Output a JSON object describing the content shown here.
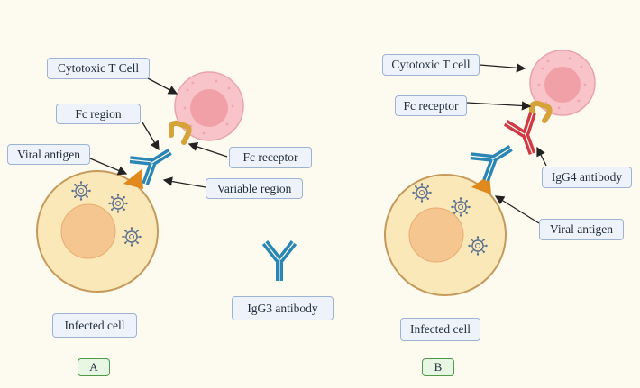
{
  "panel_a": {
    "tag": "A",
    "labels": {
      "cytotoxic_t_cell": "Cytotoxic T Cell",
      "fc_region": "Fc region",
      "viral_antigen": "Viral antigen",
      "fc_receptor": "Fc receptor",
      "variable_region": "Variable region",
      "infected_cell": "Infected cell",
      "igg3_antibody": "IgG3 antibody"
    }
  },
  "panel_b": {
    "tag": "B",
    "labels": {
      "cytotoxic_t_cell": "Cytotoxic T cell",
      "fc_receptor": "Fc receptor",
      "igg4_antibody": "IgG4 antibody",
      "viral_antigen": "Viral antigen",
      "infected_cell": "Infected cell"
    }
  },
  "colors": {
    "background": "#fdfaf0",
    "label_fill": "#eef3fb",
    "label_border": "#9db3d4",
    "tag_fill": "#e8f6e4",
    "tag_border": "#4e9a47",
    "infected_cell_fill": "#fbe8b8",
    "infected_cell_border": "#c69a5a",
    "nucleus_fill": "#f6c690",
    "t_cell_fill": "#f8c3c9",
    "t_cell_nucleus": "#f2a0a8",
    "igg3_blue": "#2a86b5",
    "igg4_red": "#cf3a44",
    "fc_receptor_gold": "#d6a23a",
    "antigen_orange": "#e08a1e",
    "virus_color": "#5a6f8f"
  },
  "icons": {
    "virus": "virus-icon",
    "antibody": "antibody-icon",
    "receptor": "fc-receptor-icon",
    "antigen": "viral-antigen-icon"
  }
}
